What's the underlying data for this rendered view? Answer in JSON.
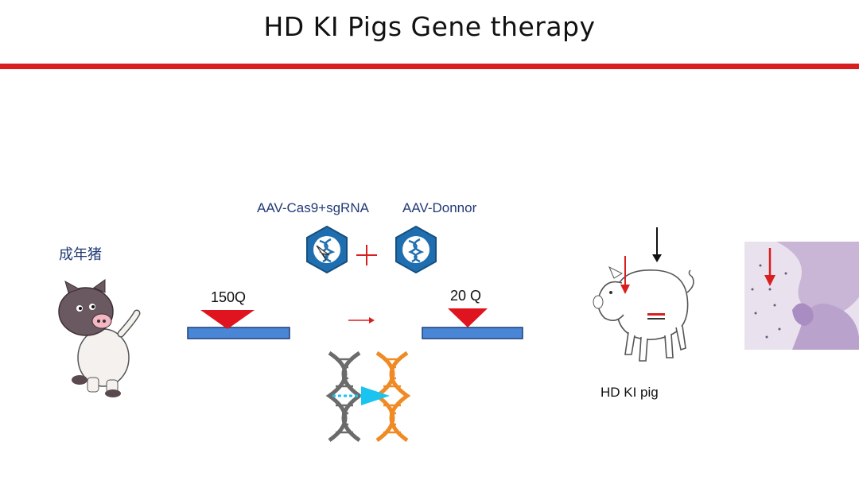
{
  "title": "HD KI Pigs Gene therapy",
  "labels": {
    "adult_pig": "成年猪",
    "aav_cas9": "AAV-Cas9+sgRNA",
    "aav_donor": "AAV-Donnor",
    "repeat_before": "150Q",
    "repeat_after": "20 Q",
    "pig_model": "HD KI pig"
  },
  "colors": {
    "accent_red": "#d81e1e",
    "bar_blue": "#4a86d6",
    "virus_blue": "#1f6fb0",
    "dna_orange": "#f08a24",
    "dna_gray": "#6b6b6b",
    "arrow_cyan": "#19c4f0"
  },
  "icons": [
    "cartoon-pig-icon",
    "aav-virus-icon",
    "plus-icon",
    "dna-helix-icon",
    "pig-outline-icon",
    "brain-section-image"
  ]
}
